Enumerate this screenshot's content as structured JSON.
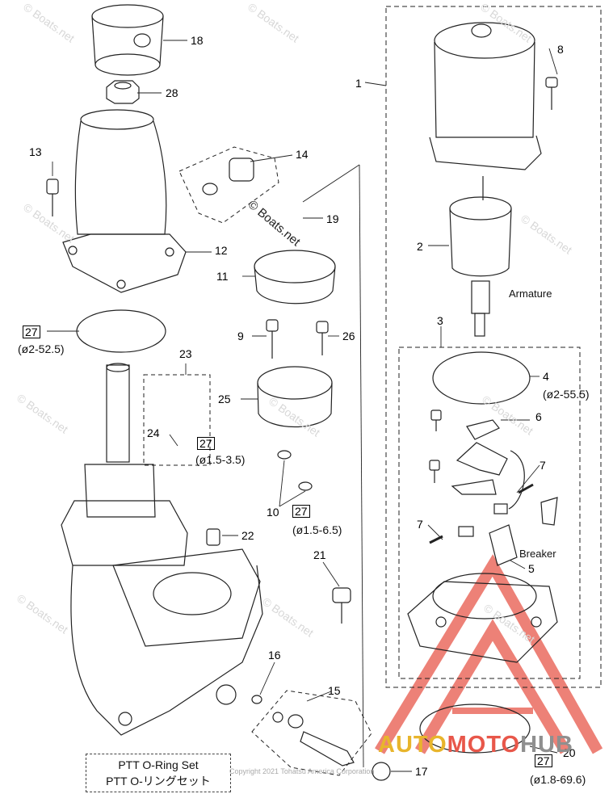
{
  "callouts": {
    "n1": "1",
    "n2": "2",
    "n3": "3",
    "n4": "4",
    "n5": "5",
    "n6": "6",
    "n7a": "7",
    "n7b": "7",
    "n8": "8",
    "n9": "9",
    "n10": "10",
    "n11": "11",
    "n12": "12",
    "n13": "13",
    "n14": "14",
    "n15": "15",
    "n16": "16",
    "n17": "17",
    "n18": "18",
    "n19": "19",
    "n20": "20",
    "n21": "21",
    "n22": "22",
    "n23": "23",
    "n24": "24",
    "n25": "25",
    "n26": "26",
    "n27": "27",
    "n28": "28"
  },
  "refs": {
    "r27_a": "27",
    "r27_b": "27",
    "r27_c": "27",
    "r27_d": "27"
  },
  "specs": {
    "s_52_5": "(ø2-52.5)",
    "s_55_5": "(ø2-55.5)",
    "s_1_5_3_5": "(ø1.5-3.5)",
    "s_1_5_6_5": "(ø1.5-6.5)",
    "s_1_8_69_6": "(ø1.8-69.6)"
  },
  "labels": {
    "armature": "Armature",
    "breaker": "Breaker"
  },
  "kit": {
    "line1": "PTT O-Ring Set",
    "line2": "PTT O-リングセット"
  },
  "watermarks": {
    "boats": "© Boats.net",
    "copyright": "Copyright 2021 Tohatsu America Corporation"
  },
  "brand": {
    "part1": "AUTO",
    "part2": "MOTO",
    "part3": "HUB"
  },
  "colors": {
    "brand_yellow": "#e8b52c",
    "brand_red": "#e8574a",
    "brand_gray": "#8f8f8f"
  }
}
